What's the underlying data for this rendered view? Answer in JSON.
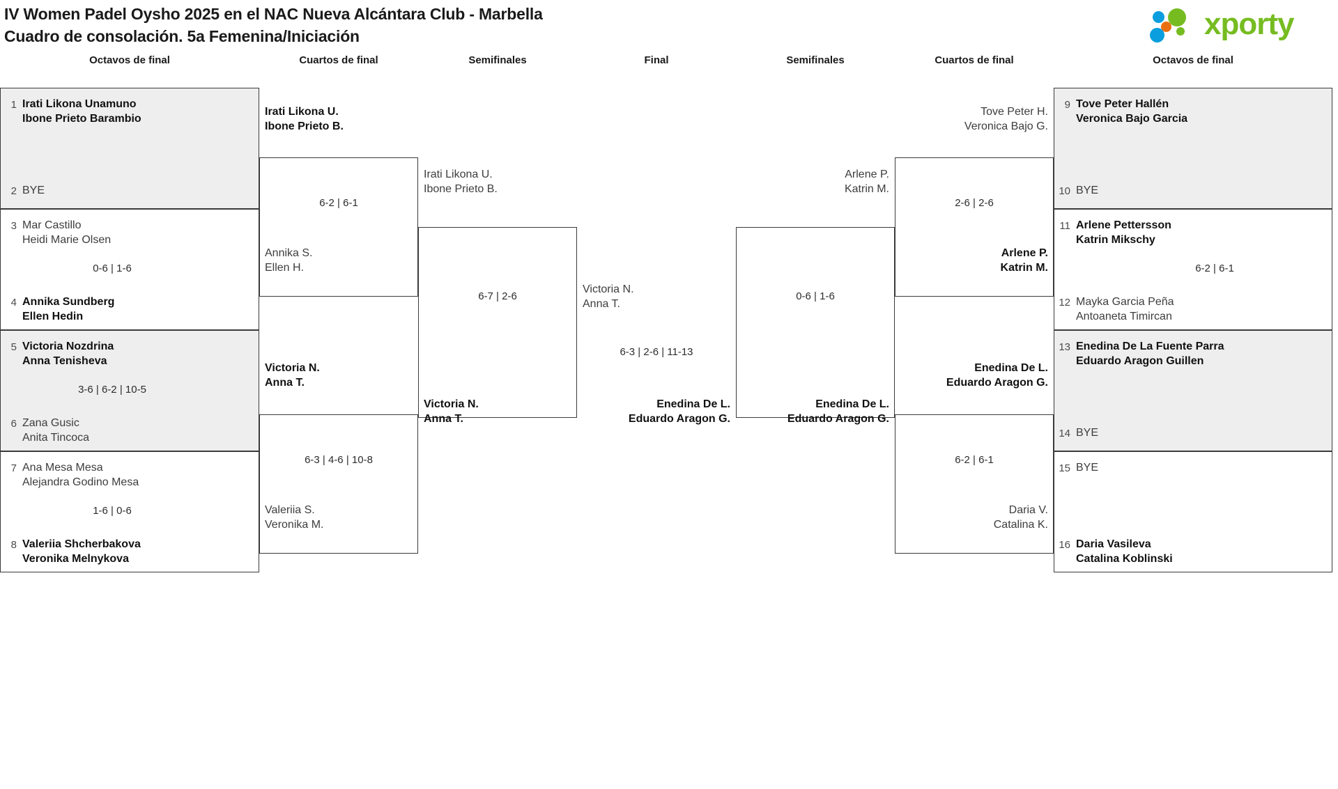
{
  "header": {
    "title_line1": "IV Women Padel Oysho 2025 en el NAC Nueva Alcántara Club - Marbella",
    "title_line2": "Cuadro de consolación. 5a Femenina/Iniciación",
    "logo_text": "xporty",
    "logo_colors": {
      "green": "#76bc21",
      "blue": "#0a9ede",
      "orange": "#ea6f10"
    }
  },
  "rounds": [
    {
      "id": "r16-left",
      "label": "Octavos de final"
    },
    {
      "id": "qf-left",
      "label": "Cuartos de final"
    },
    {
      "id": "sf-left",
      "label": "Semifinales"
    },
    {
      "id": "final",
      "label": "Final"
    },
    {
      "id": "sf-right",
      "label": "Semifinales"
    },
    {
      "id": "qf-right",
      "label": "Cuartos de final"
    },
    {
      "id": "r16-right",
      "label": "Octavos de final"
    }
  ],
  "left": {
    "r16": [
      {
        "shaded": true,
        "top": {
          "seed": "1",
          "l1": "Irati Likona Unamuno",
          "l2": "Ibone Prieto Barambio",
          "winner": true
        },
        "bottom": {
          "seed": "2",
          "l1": "BYE",
          "l2": "",
          "winner": false,
          "bye": true
        },
        "score": ""
      },
      {
        "shaded": false,
        "top": {
          "seed": "3",
          "l1": "Mar Castillo",
          "l2": "Heidi Marie Olsen",
          "winner": false
        },
        "bottom": {
          "seed": "4",
          "l1": "Annika Sundberg",
          "l2": "Ellen Hedin",
          "winner": true
        },
        "score": "0-6 | 1-6"
      },
      {
        "shaded": true,
        "top": {
          "seed": "5",
          "l1": "Victoria Nozdrina",
          "l2": "Anna Tenisheva",
          "winner": true
        },
        "bottom": {
          "seed": "6",
          "l1": "Zana Gusic",
          "l2": "Anita Tincoca",
          "winner": false
        },
        "score": "3-6 | 6-2 | 10-5"
      },
      {
        "shaded": false,
        "top": {
          "seed": "7",
          "l1": "Ana Mesa Mesa",
          "l2": "Alejandra Godino Mesa",
          "winner": false
        },
        "bottom": {
          "seed": "8",
          "l1": "Valeriia Shcherbakova",
          "l2": "Veronika Melnykova",
          "winner": true
        },
        "score": "1-6 | 0-6"
      }
    ],
    "qf": [
      {
        "top": {
          "l1": "Irati Likona U.",
          "l2": "Ibone Prieto B.",
          "winner": true
        },
        "bottom": {
          "l1": "Annika S.",
          "l2": "Ellen H.",
          "winner": false
        },
        "score": "6-2 | 6-1"
      },
      {
        "top": {
          "l1": "Victoria N.",
          "l2": "Anna T.",
          "winner": true
        },
        "bottom": {
          "l1": "Valeriia S.",
          "l2": "Veronika M.",
          "winner": false
        },
        "score": "6-3 | 4-6 | 10-8"
      }
    ],
    "sf": [
      {
        "top": {
          "l1": "Irati Likona U.",
          "l2": "Ibone Prieto B.",
          "winner": false
        },
        "bottom": {
          "l1": "Victoria N.",
          "l2": "Anna T.",
          "winner": true
        },
        "score": "6-7 | 2-6"
      }
    ]
  },
  "final": {
    "top": {
      "l1": "Victoria N.",
      "l2": "Anna T.",
      "winner": false
    },
    "bottom": {
      "l1": "Enedina De L.",
      "l2": "Eduardo Aragon G.",
      "winner": true
    },
    "score": "6-3 | 2-6 | 11-13"
  },
  "right": {
    "sf": [
      {
        "top": {
          "l1": "Arlene P.",
          "l2": "Katrin M.",
          "winner": false
        },
        "bottom": {
          "l1": "Enedina De L.",
          "l2": "Eduardo Aragon G.",
          "winner": true
        },
        "score": "0-6 | 1-6"
      }
    ],
    "qf": [
      {
        "top": {
          "l1": "Tove Peter H.",
          "l2": "Veronica Bajo G.",
          "winner": false
        },
        "bottom": {
          "l1": "Arlene P.",
          "l2": "Katrin M.",
          "winner": true
        },
        "score": "2-6 | 2-6"
      },
      {
        "top": {
          "l1": "Enedina De L.",
          "l2": "Eduardo Aragon G.",
          "winner": true
        },
        "bottom": {
          "l1": "Daria V.",
          "l2": "Catalina K.",
          "winner": false
        },
        "score": "6-2 | 6-1"
      }
    ],
    "r16": [
      {
        "shaded": true,
        "top": {
          "seed": "9",
          "l1": "Tove Peter Hallén",
          "l2": "Veronica Bajo Garcia",
          "winner": true
        },
        "bottom": {
          "seed": "10",
          "l1": "BYE",
          "l2": "",
          "winner": false,
          "bye": true
        },
        "score": ""
      },
      {
        "shaded": false,
        "top": {
          "seed": "11",
          "l1": "Arlene Pettersson",
          "l2": "Katrin Mikschy",
          "winner": true
        },
        "bottom": {
          "seed": "12",
          "l1": "Mayka Garcia Peña",
          "l2": "Antoaneta Timircan",
          "winner": false
        },
        "score": "6-2 | 6-1"
      },
      {
        "shaded": true,
        "top": {
          "seed": "13",
          "l1": "Enedina De La Fuente Parra",
          "l2": "Eduardo Aragon Guillen",
          "winner": true
        },
        "bottom": {
          "seed": "14",
          "l1": "BYE",
          "l2": "",
          "winner": false,
          "bye": true
        },
        "score": ""
      },
      {
        "shaded": false,
        "top": {
          "seed": "15",
          "l1": "BYE",
          "l2": "",
          "winner": false,
          "bye": true
        },
        "bottom": {
          "seed": "16",
          "l1": "Daria Vasileva",
          "l2": "Catalina Koblinski",
          "winner": true
        },
        "score": ""
      }
    ]
  }
}
